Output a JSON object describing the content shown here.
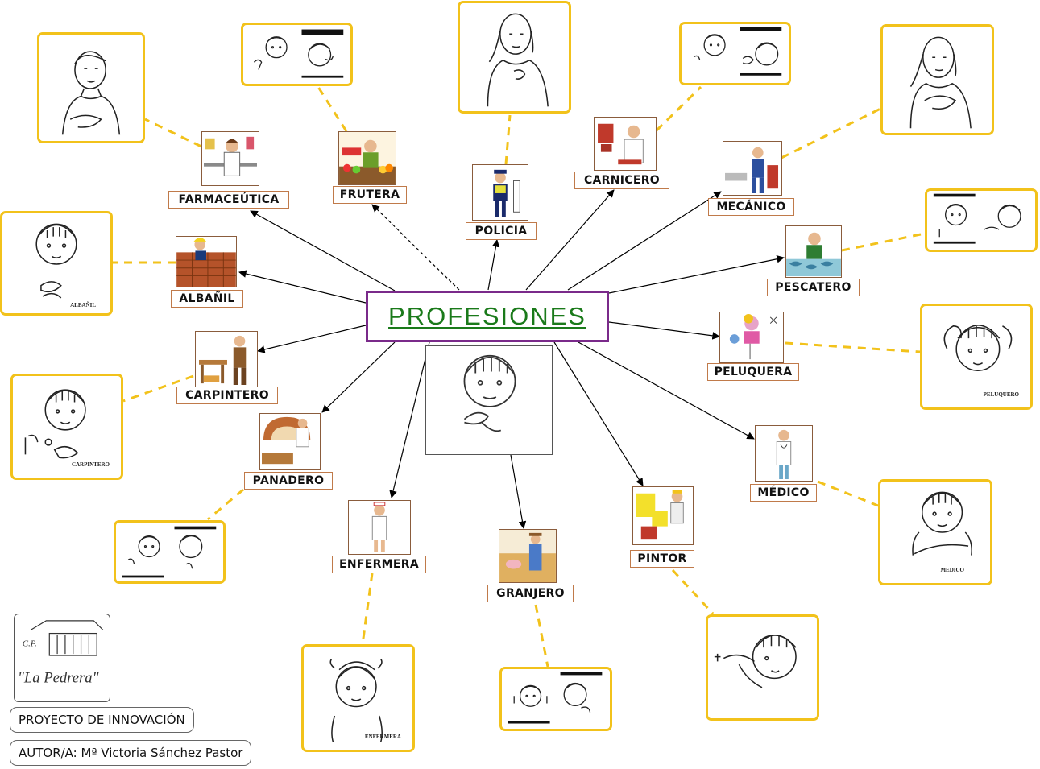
{
  "central_title": "PROFESIONES",
  "professions": [
    {
      "id": "farmaceutica",
      "label": "FARMACEÚTICA"
    },
    {
      "id": "frutera",
      "label": "FRUTERA"
    },
    {
      "id": "policia",
      "label": "POLICIA"
    },
    {
      "id": "carnicero",
      "label": "CARNICERO"
    },
    {
      "id": "mecanico",
      "label": "MECÁNICO"
    },
    {
      "id": "albanil",
      "label": "ALBAÑIL"
    },
    {
      "id": "pescatero",
      "label": "PESCATERO"
    },
    {
      "id": "peluquera",
      "label": "PELUQUERA"
    },
    {
      "id": "carpintero",
      "label": "CARPINTERO"
    },
    {
      "id": "panadero",
      "label": "PANADERO"
    },
    {
      "id": "medico",
      "label": "MÉDICO"
    },
    {
      "id": "enfermera",
      "label": "ENFERMERA"
    },
    {
      "id": "granjero",
      "label": "GRANJERO"
    },
    {
      "id": "pintor",
      "label": "PINTOR"
    }
  ],
  "sign_captions": {
    "albanil": "ALBAÑIL",
    "carpintero": "CARPINTERO",
    "peluquero": "PELUQUERO",
    "medico": "MEDICO",
    "enfermera": "ENFERMERA"
  },
  "logo": {
    "top_text": "C.P.",
    "name": "\"La Pedrera\""
  },
  "footer": {
    "project": "PROYECTO DE INNOVACIÓN",
    "author": "AUTOR/A: Mª Victoria Sánchez Pastor"
  },
  "colors": {
    "title_green": "#1a7a1a",
    "title_border": "#7a2a8a",
    "card_border": "#f2c21b",
    "label_border": "#c07a4a",
    "connector_dash": "#f2c21b",
    "arrow": "#000000"
  }
}
